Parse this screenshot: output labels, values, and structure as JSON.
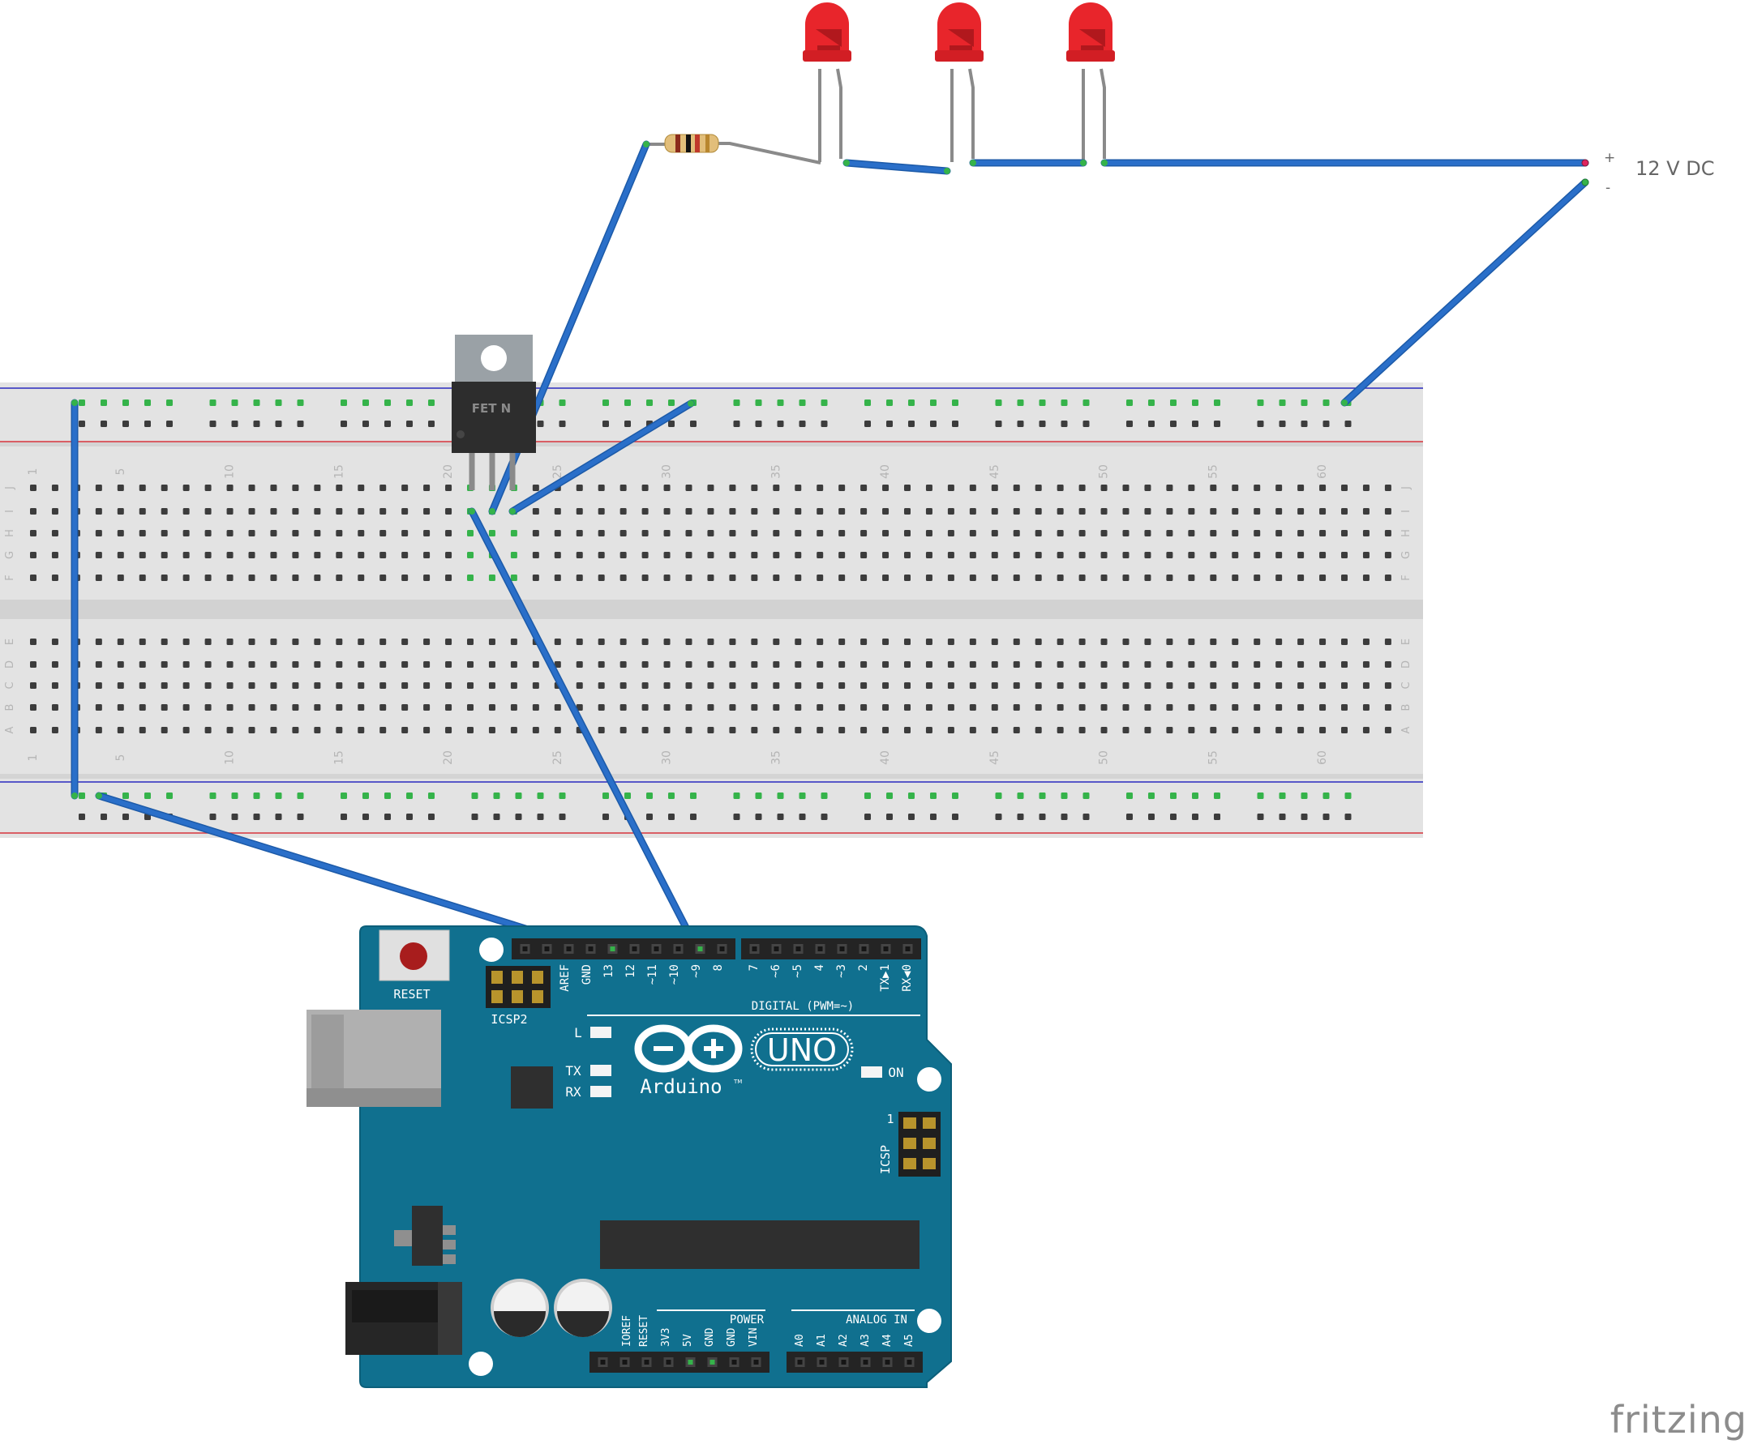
{
  "supply": {
    "label": "12 V DC",
    "plus": "+",
    "minus": "-"
  },
  "transistor": {
    "label": "FET N"
  },
  "breadboard": {
    "column_numbers": [
      "1",
      "5",
      "10",
      "15",
      "20",
      "25",
      "30",
      "35",
      "40",
      "45",
      "50",
      "55",
      "60"
    ],
    "rows_top": [
      "J",
      "I",
      "H",
      "G",
      "F"
    ],
    "rows_bottom": [
      "E",
      "D",
      "C",
      "B",
      "A"
    ]
  },
  "arduino": {
    "reset_label": "RESET",
    "icsp2_label": "ICSP2",
    "icsp_label": "ICSP",
    "icsp_pin1": "1",
    "led_l": "L",
    "led_tx": "TX",
    "led_rx": "RX",
    "on_label": "ON",
    "brand": "Arduino",
    "tm": "TM",
    "model": "UNO",
    "digital_label": "DIGITAL (PWM=~)",
    "power_label": "POWER",
    "analog_label": "ANALOG IN",
    "header_pins_left": [
      "AREF",
      "GND",
      "13",
      "12",
      "~11",
      "~10",
      "~9",
      "8"
    ],
    "header_pins_right": [
      "7",
      "~6",
      "~5",
      "4",
      "~3",
      "2",
      "TX▶1",
      "RX◀0"
    ],
    "power_pins": [
      "IOREF",
      "RESET",
      "3V3",
      "5V",
      "GND",
      "GND",
      "VIN"
    ],
    "analog_pins": [
      "A0",
      "A1",
      "A2",
      "A3",
      "A4",
      "A5"
    ]
  },
  "watermark": "fritzing",
  "colors": {
    "wire": "#2a6fc9",
    "board": "#10708f",
    "breadboard": "#e3e3e3",
    "rail_red": "#d8343c",
    "rail_blue": "#2b2bbf",
    "led": "#e8252b",
    "active_hole": "#35b34a"
  }
}
